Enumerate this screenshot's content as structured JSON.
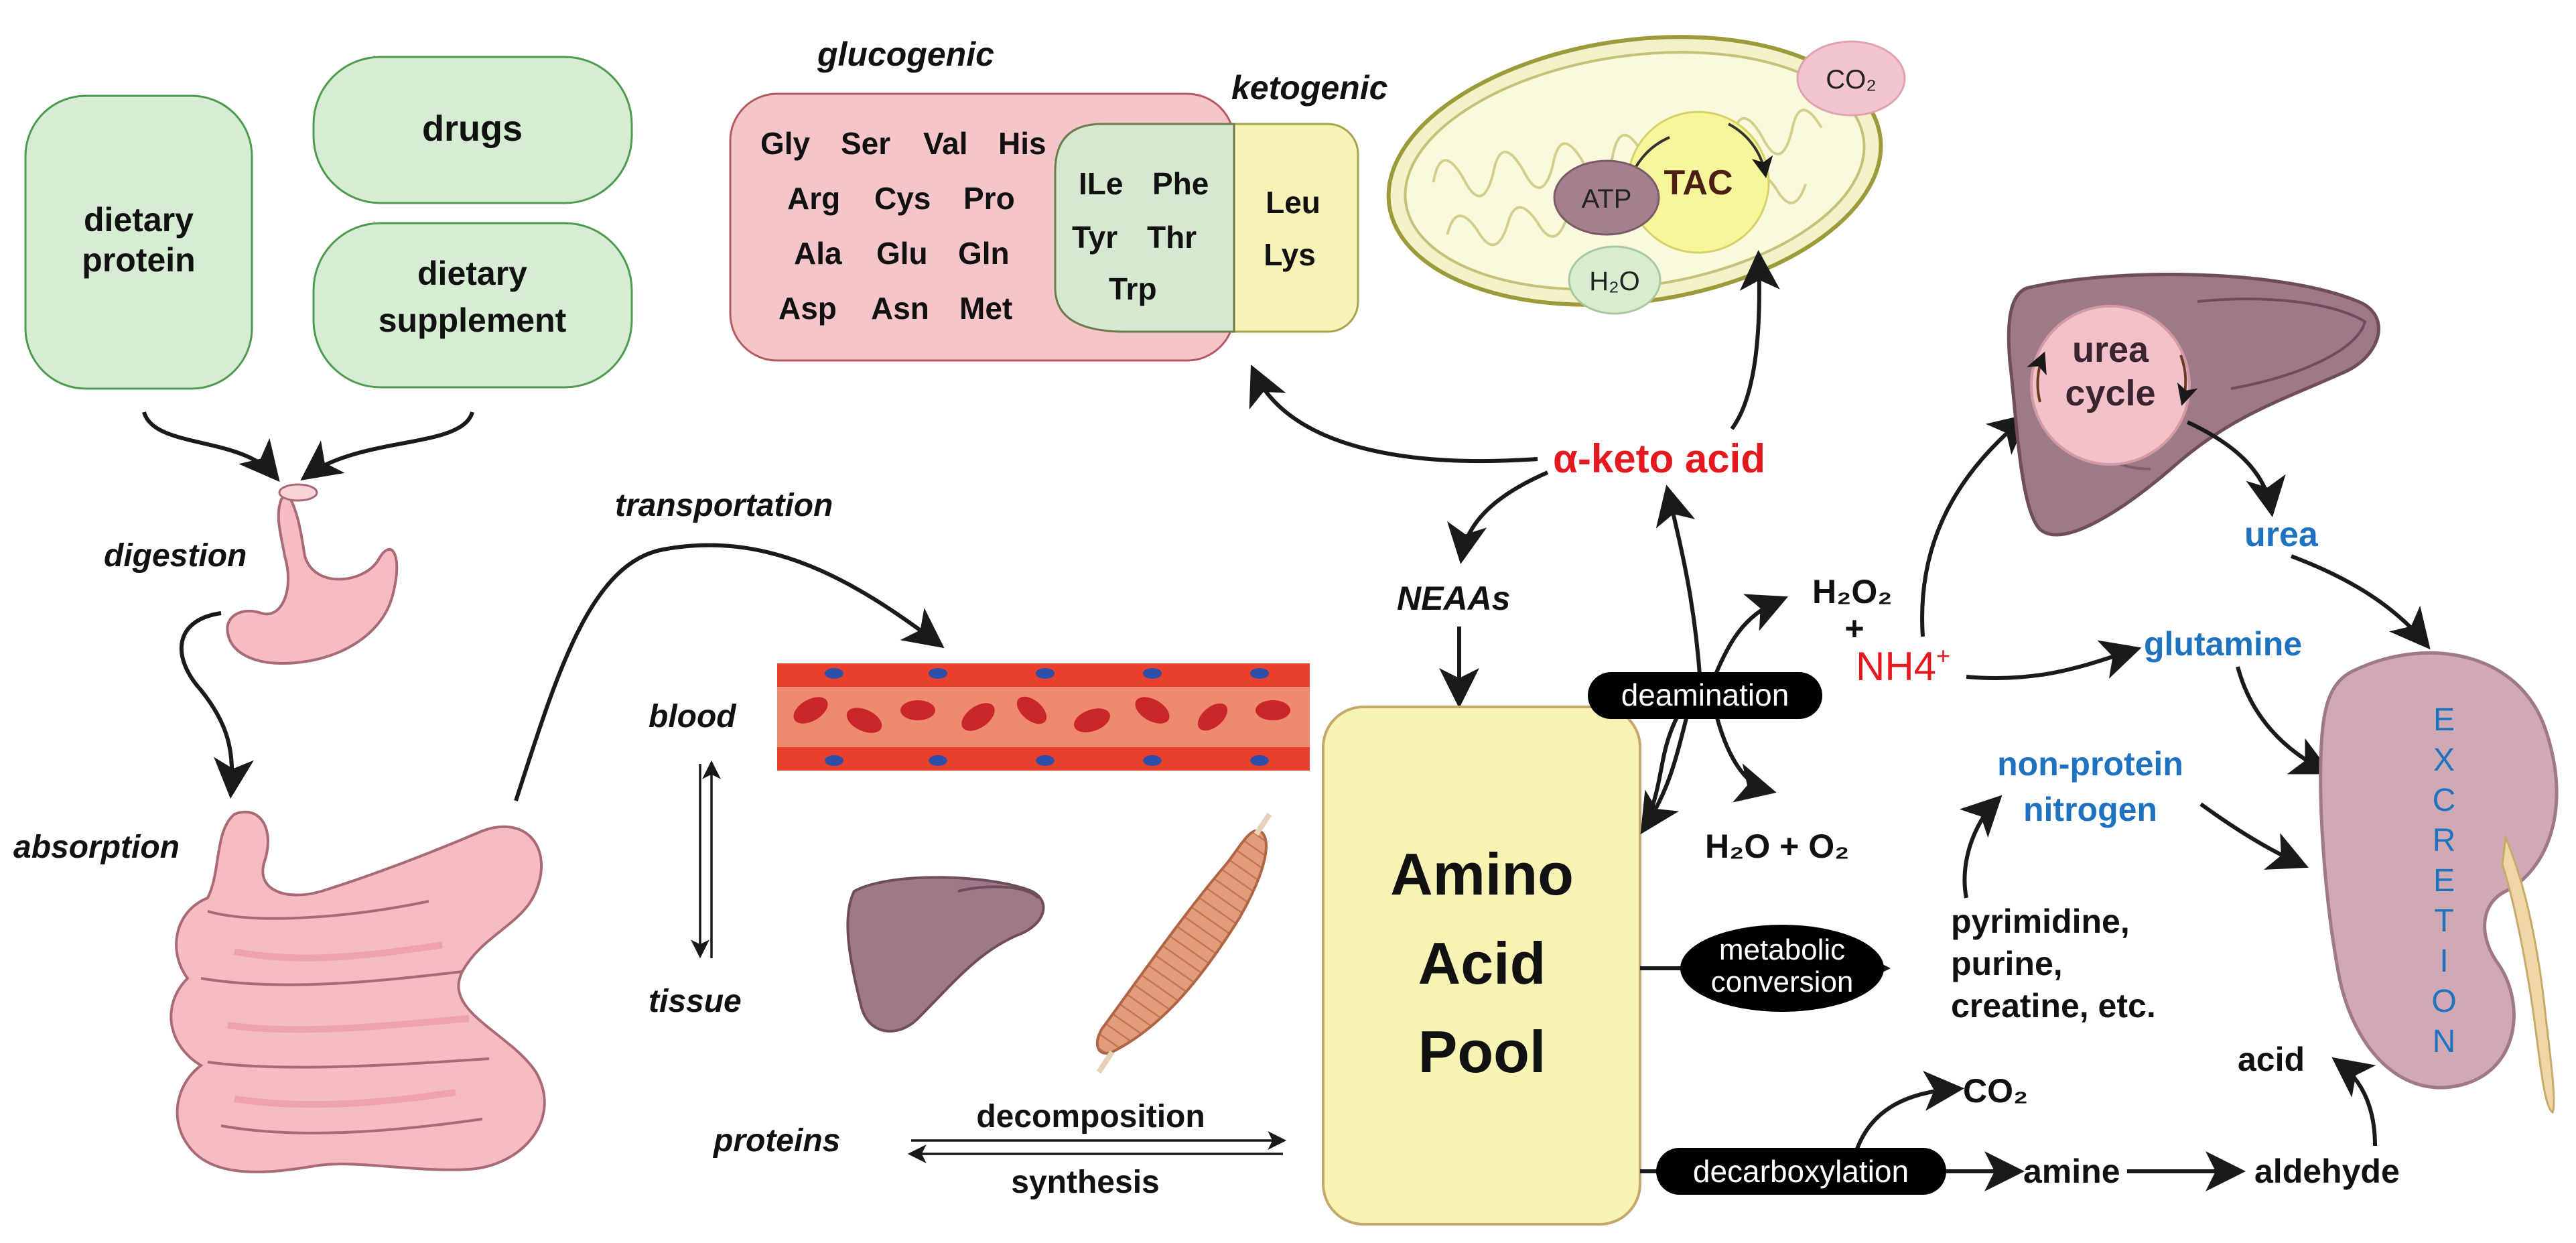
{
  "sources": {
    "dietary_protein": "dietary protein",
    "drugs": "drugs",
    "dietary_supplement": "dietary supplement"
  },
  "steps": {
    "digestion": "digestion",
    "absorption": "absorption",
    "transportation": "transportation",
    "blood": "blood",
    "tissue": "tissue",
    "proteins": "proteins",
    "decomposition": "decomposition",
    "synthesis": "synthesis"
  },
  "classification": {
    "glucogenic_label": "glucogenic",
    "ketogenic_label": "ketogenic",
    "glucogenic_rows": [
      [
        "Gly",
        "Ser",
        "Val",
        "His"
      ],
      [
        "Arg",
        "Cys",
        "Pro"
      ],
      [
        "Ala",
        "Glu",
        "Gln"
      ],
      [
        "Asp",
        "Asn",
        "Met"
      ]
    ],
    "overlap_rows": [
      [
        "ILe",
        "Phe"
      ],
      [
        "Tyr",
        "Thr"
      ],
      [
        "Trp"
      ]
    ],
    "ketogenic_rows": [
      [
        "Leu"
      ],
      [
        "Lys"
      ]
    ]
  },
  "mitochondrion": {
    "tac": "TAC",
    "atp": "ATP",
    "co2": "CO₂",
    "h2o": "H₂O"
  },
  "pool": [
    "Amino",
    "Acid",
    "Pool"
  ],
  "metabolism": {
    "alpha_keto_acid": "α-keto acid",
    "neaas": "NEAAs",
    "deamination": "deamination",
    "h2o2": "H₂O₂",
    "plus": "+",
    "nh4_base": "NH4",
    "nh4_sup": "+",
    "h2o_o2": "H₂O + O₂",
    "metabolic_conversion": [
      "metabolic",
      "conversion"
    ],
    "conversion_products": [
      "pyrimidine,",
      "purine,",
      "creatine, etc."
    ],
    "decarboxylation": "decarboxylation",
    "co2": "CO₂",
    "amine": "amine",
    "aldehyde": "aldehyde",
    "acid": "acid"
  },
  "excretion": {
    "urea_cycle": [
      "urea",
      "cycle"
    ],
    "urea": "urea",
    "glutamine": "glutamine",
    "non_protein_nitrogen": [
      "non-protein",
      "nitrogen"
    ],
    "excretion_letters": [
      "E",
      "X",
      "C",
      "R",
      "E",
      "T",
      "I",
      "O",
      "N"
    ]
  },
  "colors": {
    "source_fill": "#d6ecd3",
    "glucogenic_fill": "#f5c6c9",
    "ketogenic_fill": "#f7f3b8",
    "overlap_fill": "#d5e9d0",
    "pool_fill": "#f8f3b5",
    "red_text": "#e3191f",
    "blue_text": "#1e72bf",
    "organ_pink": "#f6bcc3",
    "liver": "#9e7a89",
    "kidney": "#cfaab4"
  }
}
